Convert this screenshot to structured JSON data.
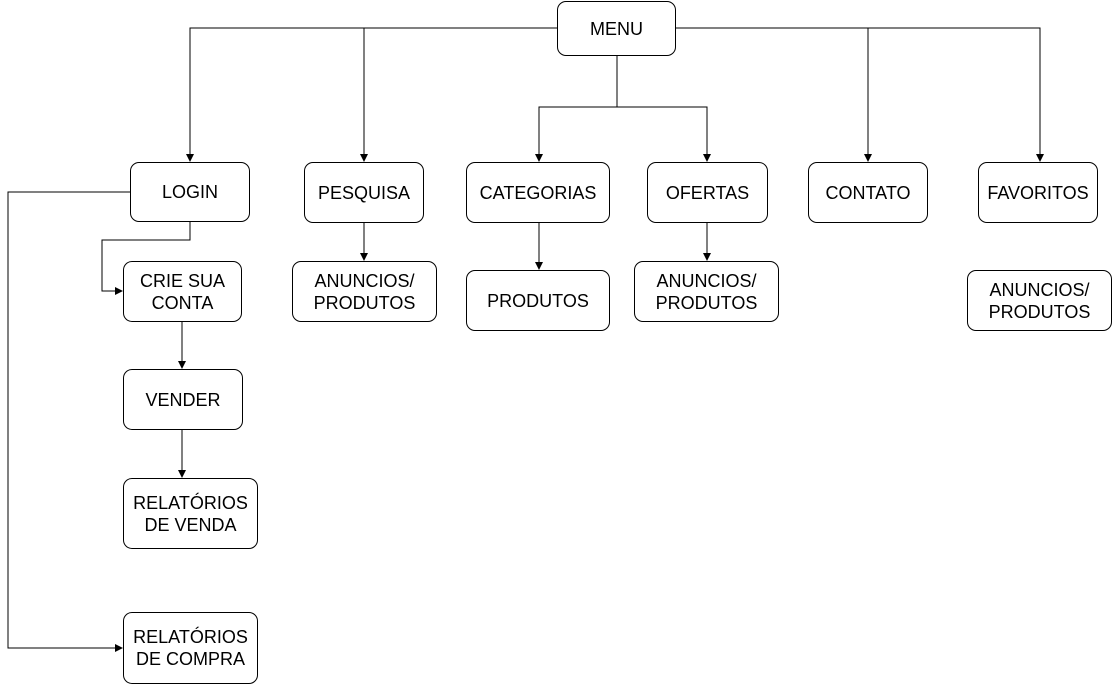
{
  "nodes": {
    "menu": "MENU",
    "login": "LOGIN",
    "pesquisa": "PESQUISA",
    "categorias": "CATEGORIAS",
    "ofertas": "OFERTAS",
    "contato": "CONTATO",
    "favoritos": "FAVORITOS",
    "crie_conta": "CRIE SUA\nCONTA",
    "vender": "VENDER",
    "relatorios_venda": "RELATÓRIOS\nDE VENDA",
    "relatorios_compra": "RELATÓRIOS\nDE COMPRA",
    "pesquisa_anuncios": "ANUNCIOS/\nPRODUTOS",
    "categorias_produtos": "PRODUTOS",
    "ofertas_anuncios": "ANUNCIOS/\nPRODUTOS",
    "favoritos_anuncios": "ANUNCIOS/\nPRODUTOS"
  }
}
